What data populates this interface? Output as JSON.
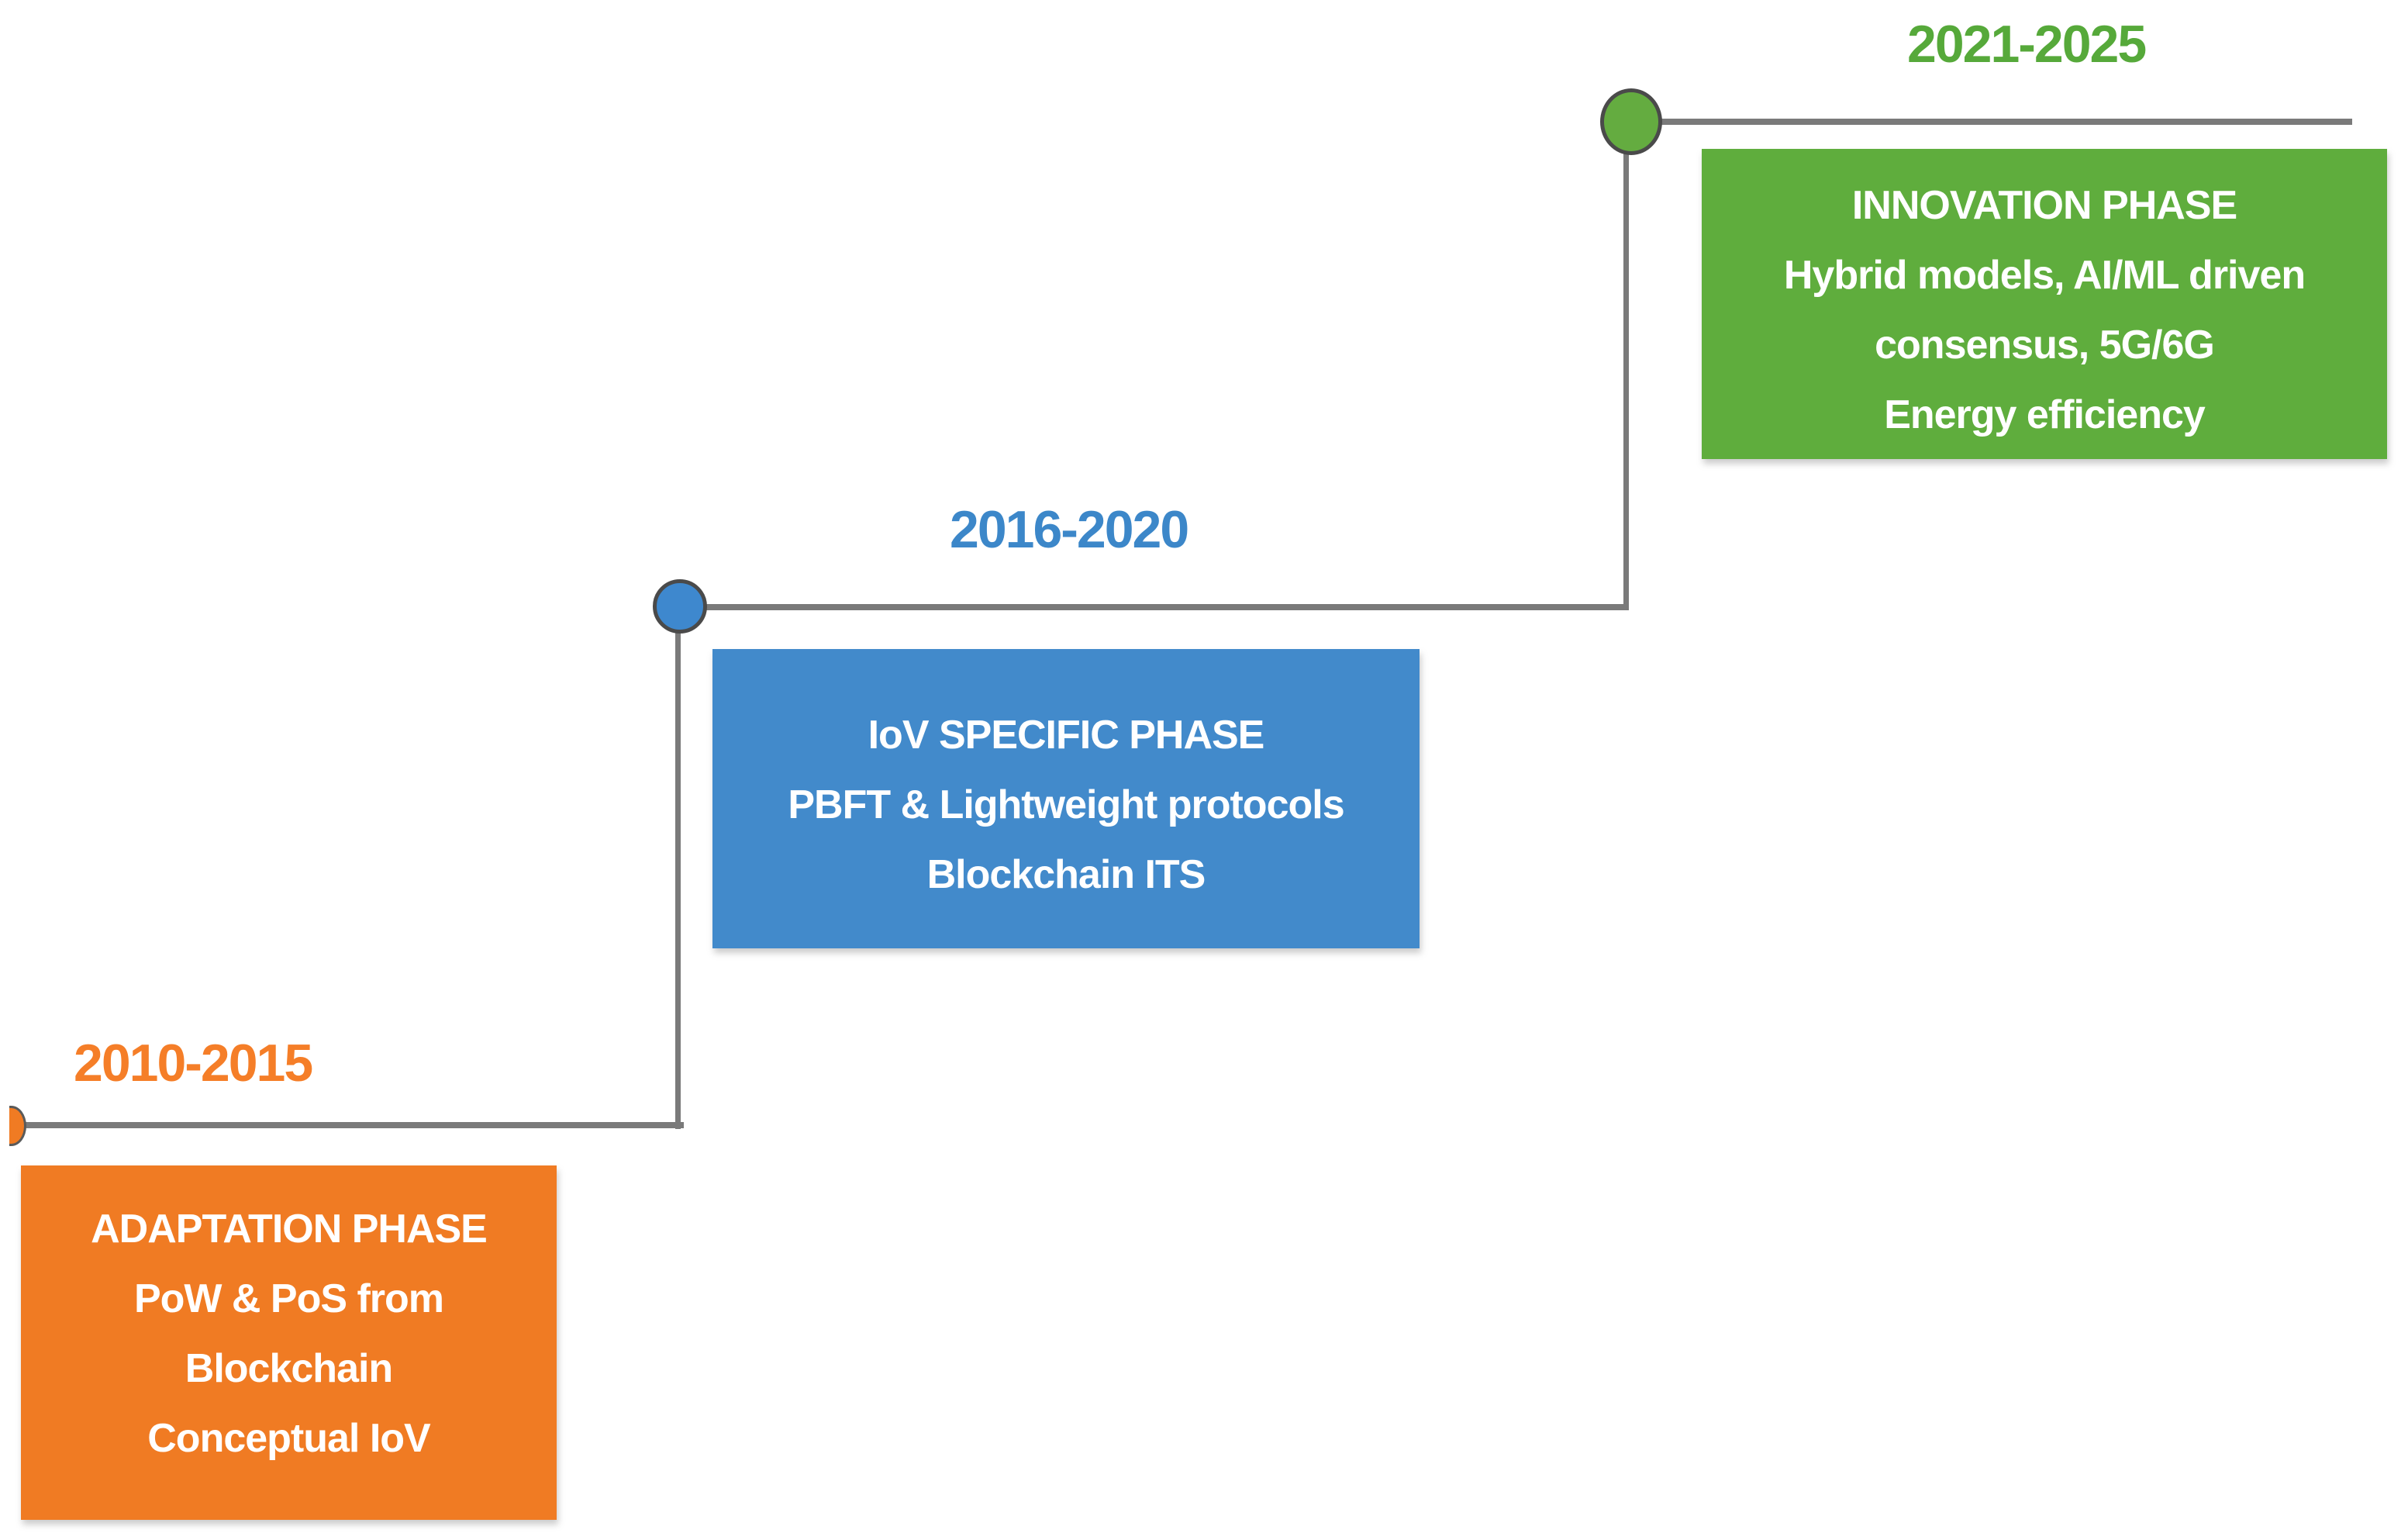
{
  "phases": [
    {
      "years": "2010-2015",
      "title": "ADAPTATION PHASE",
      "body": [
        "PoW & PoS from",
        "Blockchain",
        "Conceptual IoV"
      ],
      "box_color": "#F07B23",
      "label_color": "#F57E28",
      "marker_color": "#F07B23"
    },
    {
      "years": "2016-2020",
      "title": "IoV SPECIFIC PHASE",
      "body": [
        "PBFT & Lightweight protocols",
        "Blockchain ITS"
      ],
      "box_color": "#428ACB",
      "label_color": "#3C87C9",
      "marker_color": "#3E88CE"
    },
    {
      "years": "2021-2025",
      "title": "INNOVATION PHASE",
      "body": [
        "Hybrid models, AI/ML driven",
        "consensus, 5G/6G",
        "Energy efficiency"
      ],
      "box_color": "#5FAD3D",
      "label_color": "#56A93A",
      "marker_color": "#64AC40"
    }
  ],
  "connector": {
    "line_color": "#7A7A7A",
    "marker_border_color": "#4A4A4A"
  },
  "box_text_color": "#FFFFFF",
  "background_color": "#FFFFFF"
}
